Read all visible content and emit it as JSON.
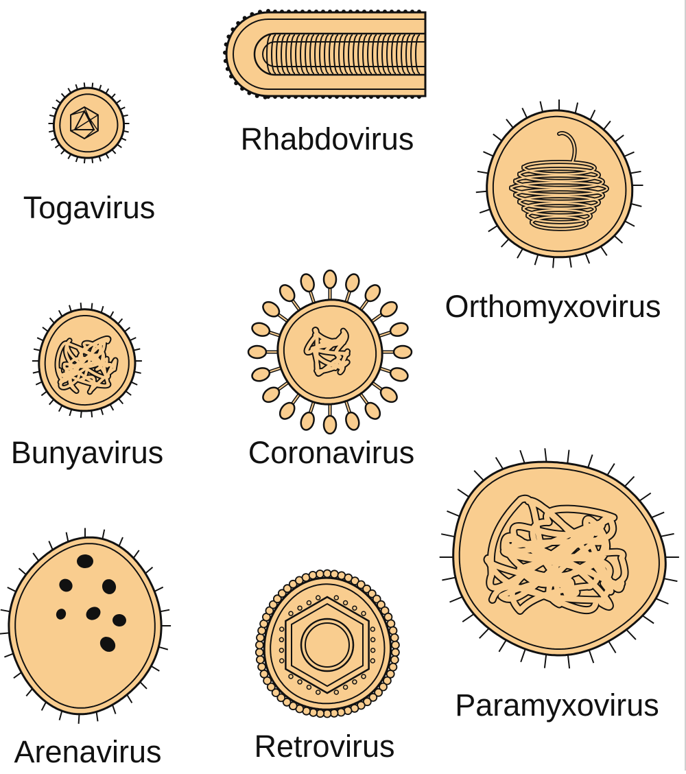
{
  "colors": {
    "capsid": "#F9CD8F",
    "outline": "#111111",
    "background": "#FFFFFF"
  },
  "viruses": [
    {
      "id": "togavirus",
      "label": "Togavirus",
      "icon": "togavirus-icon"
    },
    {
      "id": "rhabdovirus",
      "label": "Rhabdovirus",
      "icon": "rhabdovirus-icon"
    },
    {
      "id": "orthomyxovirus",
      "label": "Orthomyxovirus",
      "icon": "orthomyxovirus-icon"
    },
    {
      "id": "bunyavirus",
      "label": "Bunyavirus",
      "icon": "bunyavirus-icon"
    },
    {
      "id": "coronavirus",
      "label": "Coronavirus",
      "icon": "coronavirus-icon"
    },
    {
      "id": "arenavirus",
      "label": "Arenavirus",
      "icon": "arenavirus-icon"
    },
    {
      "id": "retrovirus",
      "label": "Retrovirus",
      "icon": "retrovirus-icon"
    },
    {
      "id": "paramyxovirus",
      "label": "Paramyxovirus",
      "icon": "paramyxovirus-icon"
    }
  ]
}
